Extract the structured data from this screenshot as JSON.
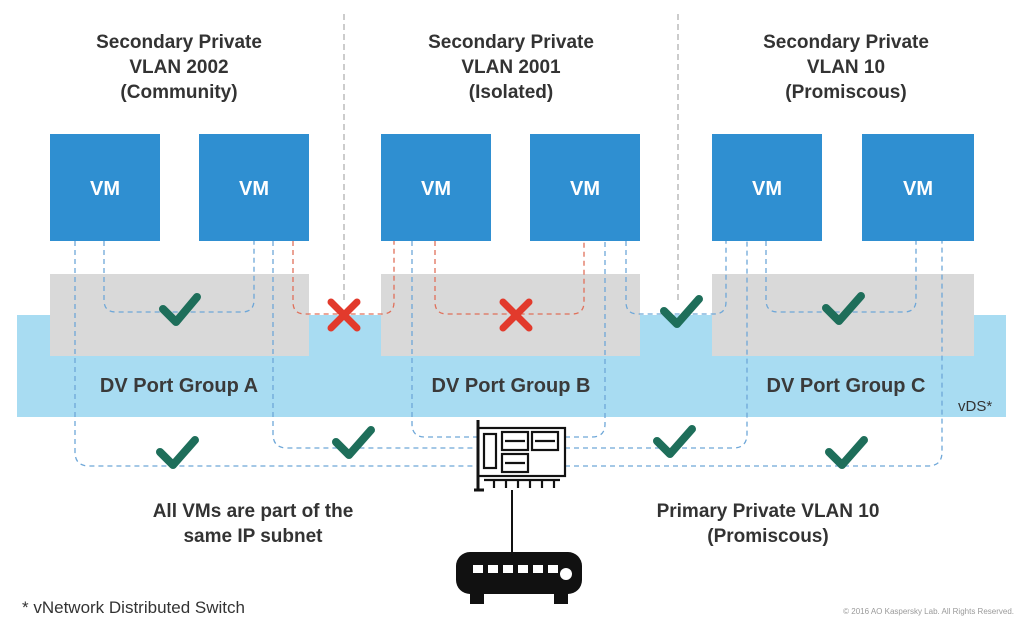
{
  "segments": [
    {
      "line1": "Secondary Private",
      "line2": "VLAN 2002",
      "line3": "(Community)"
    },
    {
      "line1": "Secondary Private",
      "line2": "VLAN 2001",
      "line3": "(Isolated)"
    },
    {
      "line1": "Secondary Private",
      "line2": "VLAN 10",
      "line3": "(Promiscous)"
    }
  ],
  "vm_label": "VM",
  "port_groups": [
    "DV Port Group A",
    "DV Port Group B",
    "DV Port Group C"
  ],
  "vds_label": "vDS*",
  "caption_left": {
    "line1": "All VMs are part of the",
    "line2": "same IP subnet"
  },
  "caption_right": {
    "line1": "Primary Private VLAN 10",
    "line2": "(Promiscous)"
  },
  "footnote": "* vNetwork Distributed Switch",
  "copyright": "© 2016 AO Kaspersky Lab. All Rights Reserved.",
  "colors": {
    "vm_blue": "#2f8fd1",
    "vds_band": "#a8dcf2",
    "port_group_grey": "#d9d9d9",
    "allowed_check": "#1e6e5a",
    "blocked_cross": "#e23a2c",
    "allowed_path": "#6ea7d8",
    "blocked_path": "#e0705a"
  },
  "icons": [
    "check-icon",
    "cross-icon",
    "network-card-icon",
    "router-icon"
  ]
}
